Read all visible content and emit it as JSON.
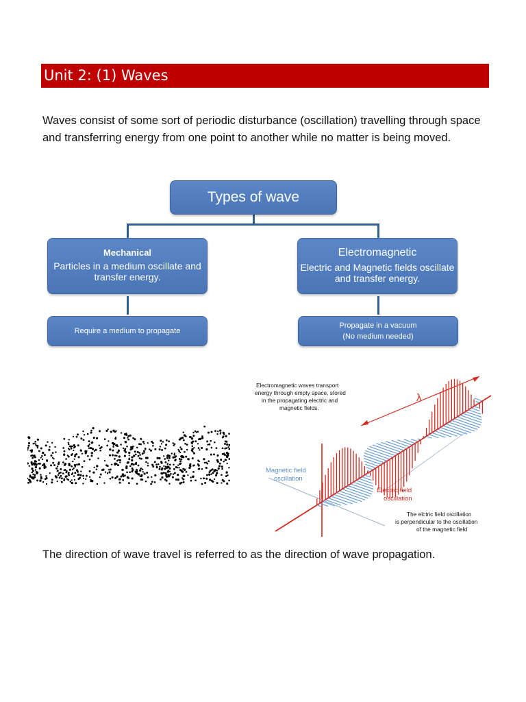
{
  "header": {
    "title": "Unit 2: (1) Waves"
  },
  "intro_text": "Waves consist of some sort of periodic disturbance (oscillation) travelling through space and transferring energy from one point to another while no matter is being moved.",
  "tree": {
    "root": "Types of wave",
    "mechanical": {
      "title": "Mechanical",
      "description": "Particles in a medium oscillate and transfer energy.",
      "requirement": "Require a medium to propagate"
    },
    "electromagnetic": {
      "title": "Electromagnetic",
      "description": "Electric and Magnetic fields oscillate and transfer energy.",
      "requirement_line1": "Propagate in a vacuum",
      "requirement_line2": "(No medium needed)"
    }
  },
  "em_diagram": {
    "caption_line1": "Electromagnetic waves transport",
    "caption_line2": "energy through empty space, stored",
    "caption_line3": "in the propagating electric and",
    "caption_line4": "magnetic fields.",
    "wavelength_symbol": "λ",
    "magnetic_label_line1": "Magnetic field",
    "magnetic_label_line2": "oscillation",
    "electric_label_line1": "Electric field",
    "electric_label_line2": "oscillation",
    "note_line1": "The elctric field oscillation",
    "note_line2": "is perpendicular to the oscillation",
    "note_line3": "of the magnetic field",
    "colors": {
      "electric": "#d4281f",
      "magnetic": "#6a9fd8"
    }
  },
  "bottom_text": "The direction of wave travel is referred to as the direction of wave propagation."
}
